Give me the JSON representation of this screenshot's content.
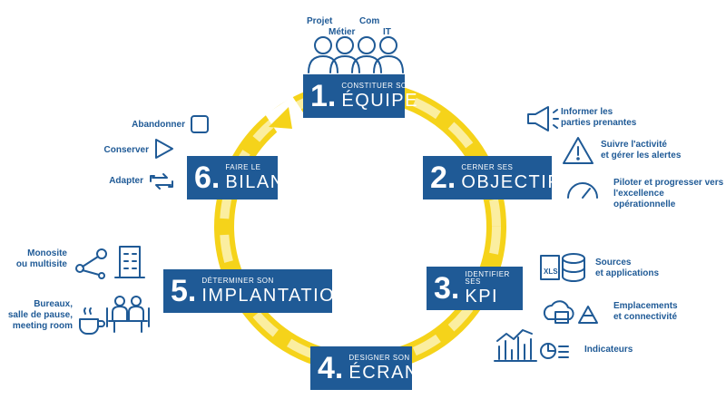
{
  "team_labels": [
    "Projet",
    "Métier",
    "Com",
    "IT"
  ],
  "steps": [
    {
      "num": "1.",
      "small": "Constituer son",
      "big": "ÉQUIPE"
    },
    {
      "num": "2.",
      "small": "Cerner ses",
      "big": "OBJECTIFS"
    },
    {
      "num": "3.",
      "small": "Identifier ses",
      "big": "KPI"
    },
    {
      "num": "4.",
      "small": "Designer son",
      "big": "ÉCRAN"
    },
    {
      "num": "5.",
      "small": "Déterminer son",
      "big": "IMPLANTATION"
    },
    {
      "num": "6.",
      "small": "Faire le",
      "big": "BILAN"
    }
  ],
  "objectifs": [
    {
      "line1": "Informer les",
      "line2": "parties prenantes",
      "icon": "megaphone-icon"
    },
    {
      "line1": "Suivre l'activité",
      "line2": "et gérer les alertes",
      "icon": "warning-icon"
    },
    {
      "line1": "Piloter et progresser vers",
      "line2": "l'excellence opérationnelle",
      "icon": "gauge-icon"
    }
  ],
  "kpi": [
    {
      "line1": "Sources",
      "line2": "et applications",
      "icon": "xls-database-icon"
    },
    {
      "line1": "Emplacements",
      "line2": "et connectivité",
      "icon": "cloud-drive-icon"
    },
    {
      "line1": "Indicateurs",
      "line2": "",
      "icon": "bar-chart-icon"
    }
  ],
  "implantation": [
    {
      "line1": "Monosite",
      "line2": "ou multisite",
      "line3": "",
      "icon": "map-building-icon"
    },
    {
      "line1": "Bureaux,",
      "line2": "salle de pause,",
      "line3": "meeting room",
      "icon": "coffee-meeting-icon"
    }
  ],
  "bilan": [
    {
      "label": "Abandonner",
      "icon": "stop-icon"
    },
    {
      "label": "Conserver",
      "icon": "play-icon"
    },
    {
      "label": "Adapter",
      "icon": "refresh-icon"
    }
  ],
  "colors": {
    "primary": "#1f5a96",
    "ring": "#f5d31a",
    "ring_light": "#fbeea0"
  }
}
